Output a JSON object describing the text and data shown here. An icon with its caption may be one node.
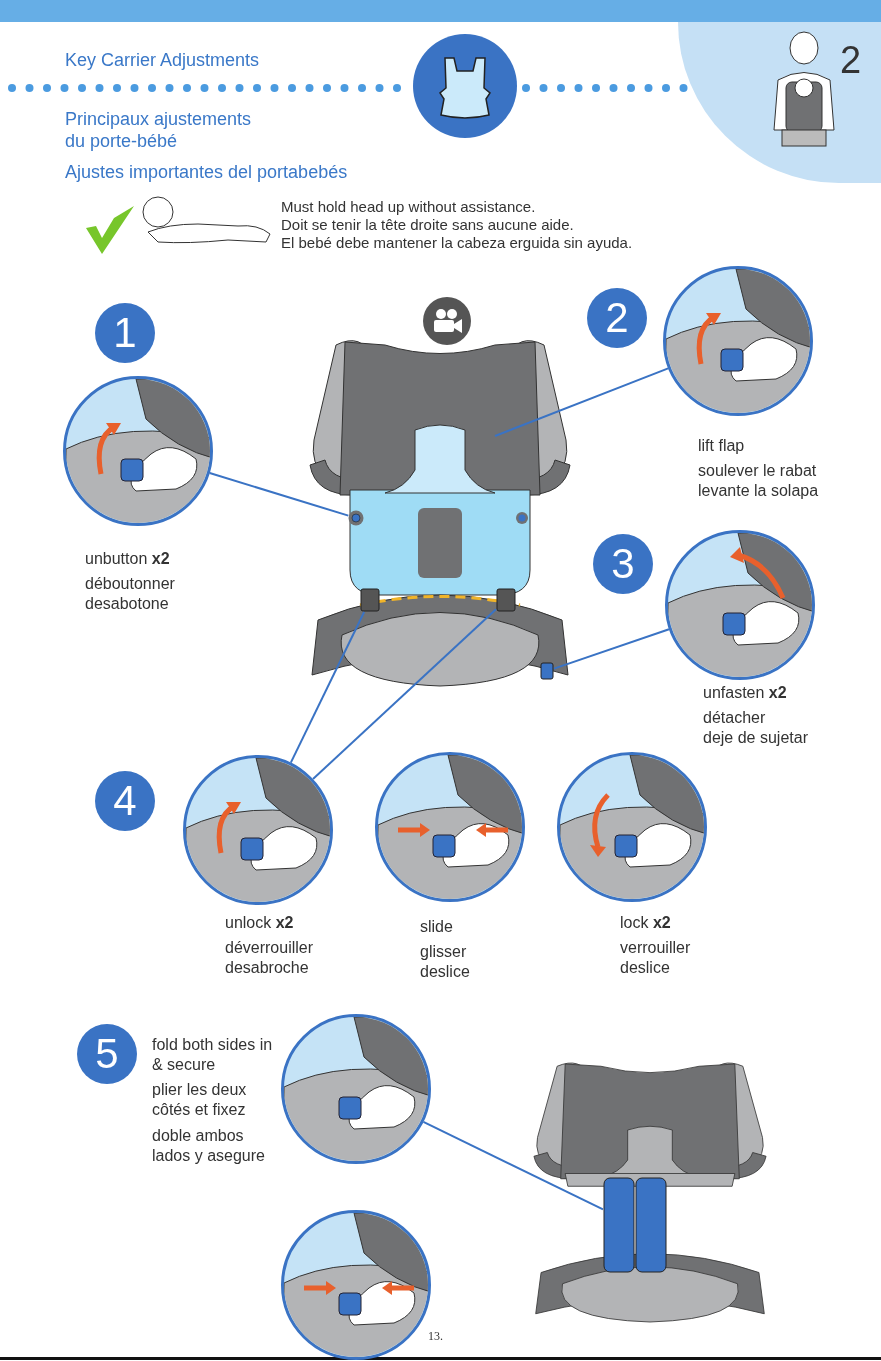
{
  "diagram": {
    "title": "Key Carrier Adjustments",
    "nodes": [
      {
        "text": [],
        "shape": "picture"
      },
      {
        "text": [],
        "shape": "circle",
        "in": 0
      },
      {
        "text": [],
        "shape": "picture",
        "in": 0
      },
      {
        "text": [],
        "shape": "box",
        "in": 0
      },
      {
        "text": [],
        "shape": "box",
        "in": 0
      },
      {
        "text": [],
        "shape": "box",
        "in": 0
      },
      {
        "text": [],
        "shape": "picture",
        "beside": [
          "unbutton **x2**",
          "déboutonner",
          "desabotone"
        ]
      },
      {
        "text": [],
        "shape": "picture",
        "beside": [
          "lift flap",
          "soulever le rabat",
          "levante la solapa"
        ]
      },
      {
        "text": [],
        "shape": "picture",
        "beside": [
          "unfasten **x2**",
          "détacher",
          "deje de sujetar"
        ]
      },
      {
        "text": [],
        "shape": "picture",
        "beside": [
          "unlock **x2**",
          "déverrouiller",
          "desabroche"
        ]
      },
      {
        "text": [],
        "shape": "picture",
        "beside": [
          "slide",
          "glisser",
          "deslice"
        ]
      },
      {
        "text": [],
        "shape": "picture",
        "beside": [
          "lock **x2**",
          "verrouiller",
          "deslice"
        ]
      },
      {
        "text": [],
        "shape": "picture"
      },
      {
        "text": [],
        "shape": "picture"
      },
      {
        "text": [],
        "shape": "picture"
      },
      {
        "text": [],
        "shape": "box",
        "in": 14
      }
    ],
    "edges": [
      {
        "from": 6,
        "to": 1,
        "arrow": "none"
      },
      {
        "from": 7,
        "to": 2,
        "arrow": "none"
      },
      {
        "from": 8,
        "to": 5,
        "arrow": "none"
      },
      {
        "from": 9,
        "to": 3,
        "arrow": "none"
      },
      {
        "from": 9,
        "to": 4,
        "arrow": "none"
      },
      {
        "from": 12,
        "to": 15,
        "arrow": "none"
      }
    ],
    "labels": [
      "2",
      "Principaux ajustements du porte-bébé",
      "Ajustes importantes del portabebés",
      "Must hold head up without assistance.",
      "Doit se tenir la tête droite sans aucune aide.",
      "El bebé debe mantener la cabeza erguida sin ayuda.",
      "1",
      "2",
      "3",
      "4",
      "5",
      "fold both sides in & secure",
      "plier les deux côtés et fixez",
      "doble ambos lados y asegure",
      "13."
    ]
  }
}
